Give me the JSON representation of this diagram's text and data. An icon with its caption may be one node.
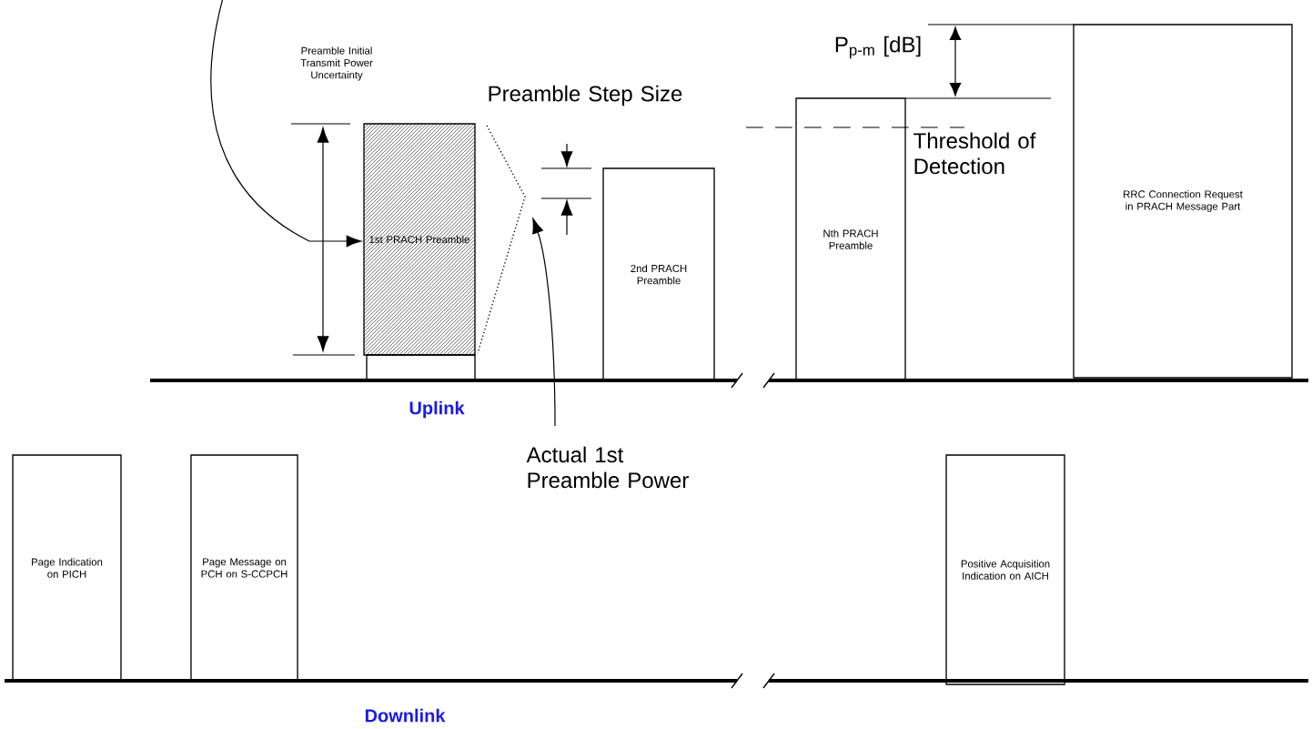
{
  "diagram": {
    "nodes": [
      {
        "text": [
          "1st PRACH Preamble"
        ]
      },
      {
        "text": [
          "2nd PRACH Preamble"
        ]
      },
      {
        "text": [
          "Actual 1st Preamble Power"
        ]
      },
      {
        "text": [
          "Nth PRACH Preamble"
        ]
      },
      {
        "text": [
          "RRC Connection Request in PRACH Message Part"
        ]
      },
      {
        "text": [
          "Page Indication on PICH"
        ]
      },
      {
        "text": [
          "Page Message on PCH on S-CCPCH"
        ]
      },
      {
        "text": [
          "Positive Acquisition Indication on AICH"
        ]
      }
    ],
    "edges": [
      {
        "from": null,
        "to": 0,
        "arrow": "to"
      },
      {
        "from": 2,
        "to": null,
        "arrow": "to"
      }
    ],
    "labels": [
      "Preamble Initial Transmit Power Uncertainty",
      "Preamble Step Size",
      "P$_{p-m}$ [dB]",
      "Threshold of Detection",
      "Uplink",
      "Downlink"
    ]
  }
}
